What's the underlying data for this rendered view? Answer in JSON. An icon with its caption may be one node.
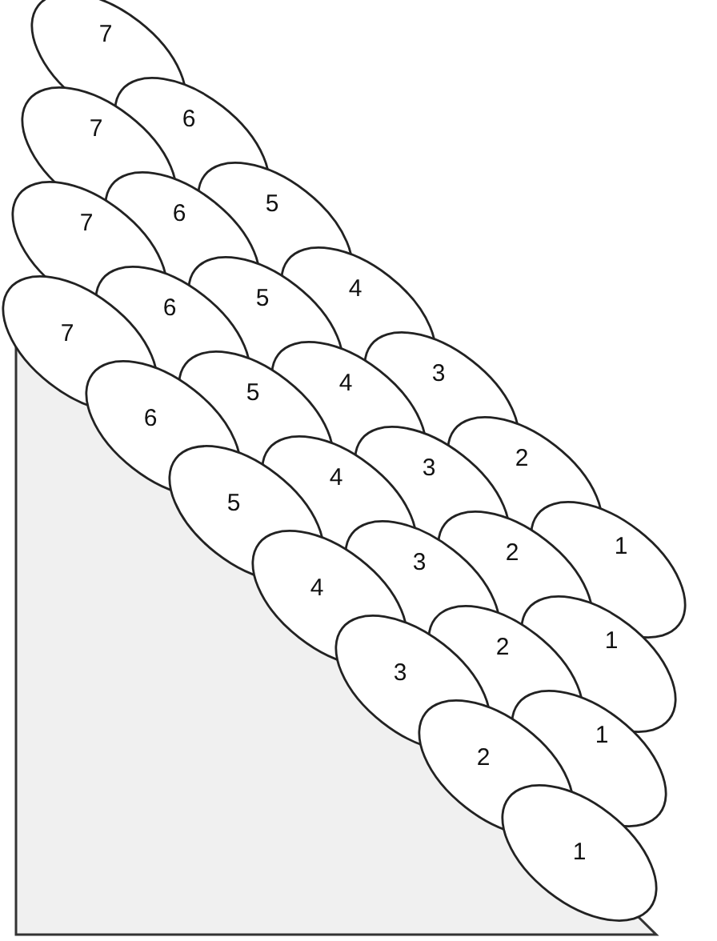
{
  "diagram": {
    "nodes": [
      {
        "text": [
          "7"
        ]
      },
      {
        "text": [
          "6"
        ]
      },
      {
        "text": [
          "5"
        ]
      },
      {
        "text": [
          "4"
        ]
      },
      {
        "text": [
          "3"
        ]
      },
      {
        "text": [
          "2"
        ]
      },
      {
        "text": [
          "1"
        ]
      },
      {
        "text": [
          "7"
        ]
      },
      {
        "text": [
          "6"
        ]
      },
      {
        "text": [
          "5"
        ]
      },
      {
        "text": [
          "4"
        ]
      },
      {
        "text": [
          "3"
        ]
      },
      {
        "text": [
          "2"
        ]
      },
      {
        "text": [
          "1"
        ]
      },
      {
        "text": [
          "7"
        ]
      },
      {
        "text": [
          "6"
        ]
      },
      {
        "text": [
          "5"
        ]
      },
      {
        "text": [
          "4"
        ]
      },
      {
        "text": [
          "3"
        ]
      },
      {
        "text": [
          "2"
        ]
      },
      {
        "text": [
          "1"
        ]
      },
      {
        "text": [
          "7"
        ]
      },
      {
        "text": [
          "6"
        ]
      },
      {
        "text": [
          "5"
        ]
      },
      {
        "text": [
          "4"
        ]
      },
      {
        "text": [
          "3"
        ]
      },
      {
        "text": [
          "2"
        ]
      },
      {
        "text": [
          "1"
        ]
      }
    ]
  }
}
